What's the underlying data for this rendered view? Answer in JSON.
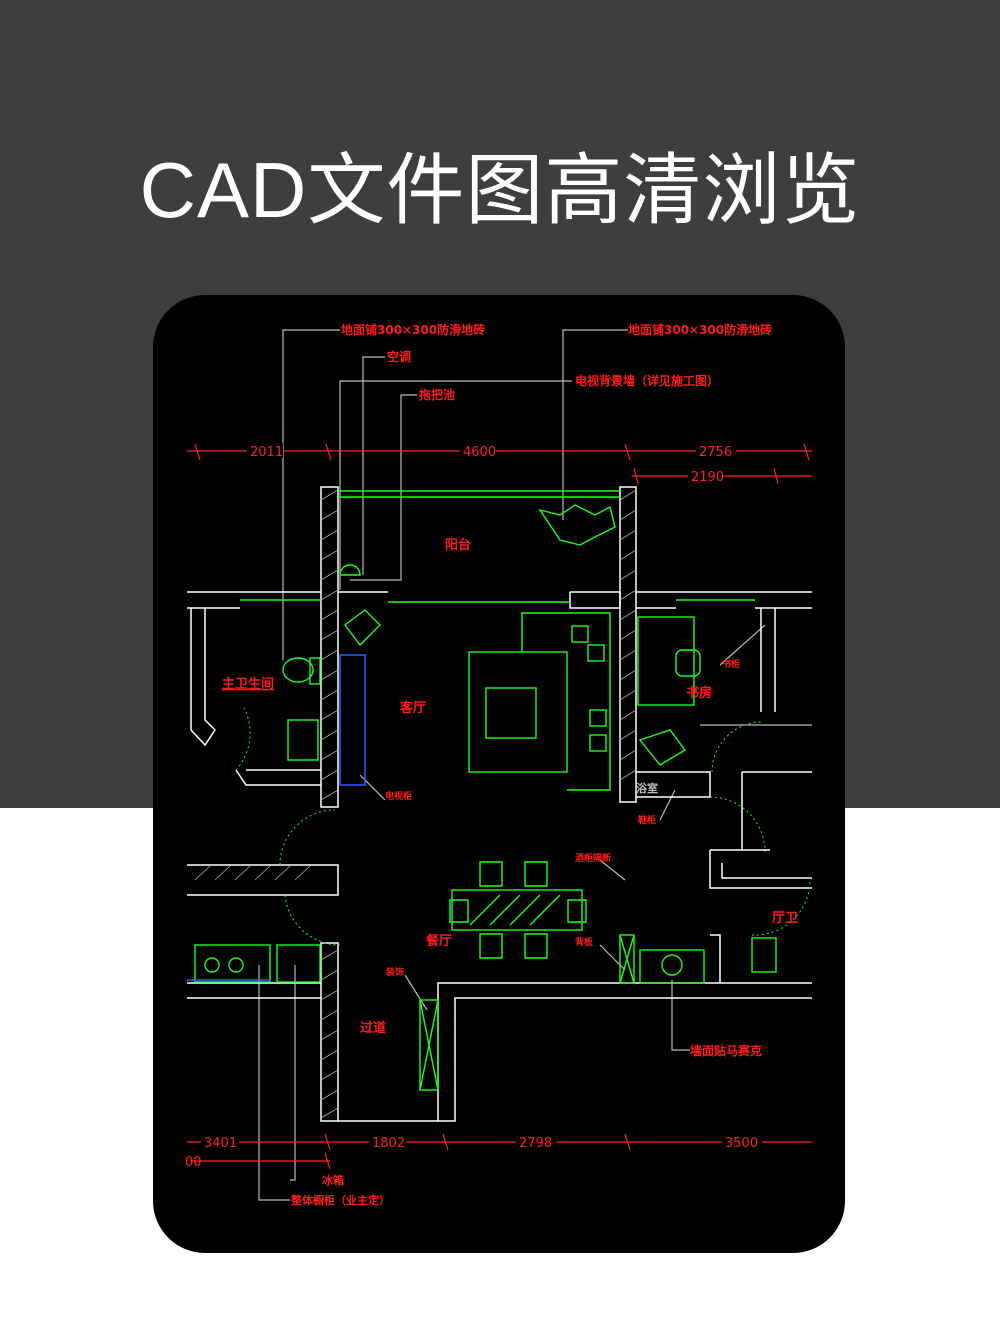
{
  "header": {
    "title": "CAD文件图高清浏览"
  },
  "drawing": {
    "callouts": {
      "floor_tile_left": "地面铺300×300防滑地砖",
      "floor_tile_right": "地面铺300×300防滑地砖",
      "air_conditioner": "空调",
      "tv_wall": "电视背景墙（详见施工图）",
      "mop_pool": "拖把池",
      "tv_cabinet": "电视柜",
      "bookcase": "书柜",
      "shoe_cabinet": "鞋柜",
      "wine_cabinet": "酒柜隔断",
      "partition": "背板",
      "door_pocket": "装饰",
      "mosaic": "墙面贴马赛克",
      "fridge": "冰箱",
      "cabinets": "整体橱柜（业主定）",
      "bath_label": "浴室"
    },
    "rooms": {
      "balcony": "阳台",
      "living": "客厅",
      "master_bath": "主卫生间",
      "study": "书房",
      "dining": "餐厅",
      "corridor": "过道",
      "guest_bath": "厅卫"
    },
    "dimensions_top": [
      "2011",
      "4600",
      "2756",
      "2190"
    ],
    "dimensions_bottom": [
      "3401",
      "1802",
      "2798",
      "3500",
      "00"
    ]
  },
  "colors": {
    "band": "#3e3e3e",
    "canvas": "#000000",
    "wall": "#ffffff",
    "furniture": "#1aff1a",
    "annotation": "#ff1a1a"
  }
}
